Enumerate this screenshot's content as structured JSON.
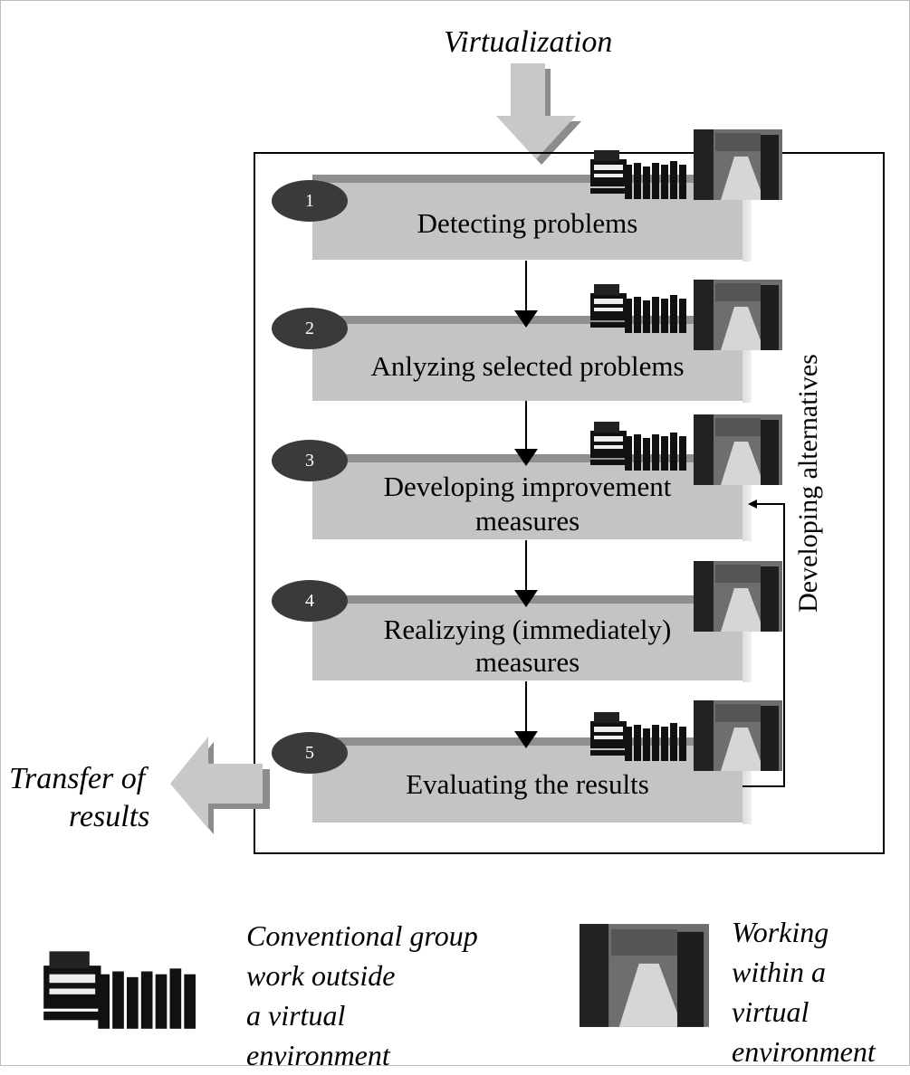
{
  "virtualization_label": "Virtualization",
  "transfer_label_line1": "Transfer of",
  "transfer_label_line2": "results",
  "developing_alternatives_label": "Developing alternatives",
  "steps": [
    {
      "number": "1",
      "line1": "Detecting problems",
      "line2": ""
    },
    {
      "number": "2",
      "line1": "Anlyzing selected problems",
      "line2": ""
    },
    {
      "number": "3",
      "line1": "Developing improvement",
      "line2": "measures"
    },
    {
      "number": "4",
      "line1": "Realizying (immediately)",
      "line2": "measures"
    },
    {
      "number": "5",
      "line1": "Evaluating the results",
      "line2": ""
    }
  ],
  "legend": {
    "group_work": [
      "Conventional group",
      "work outside",
      "a virtual",
      "environment"
    ],
    "virtual_env": [
      "Working",
      "within a",
      "virtual",
      "environment"
    ]
  },
  "icons": {
    "group": "group-work-icon",
    "virtual": "virtual-environment-photo-icon"
  }
}
